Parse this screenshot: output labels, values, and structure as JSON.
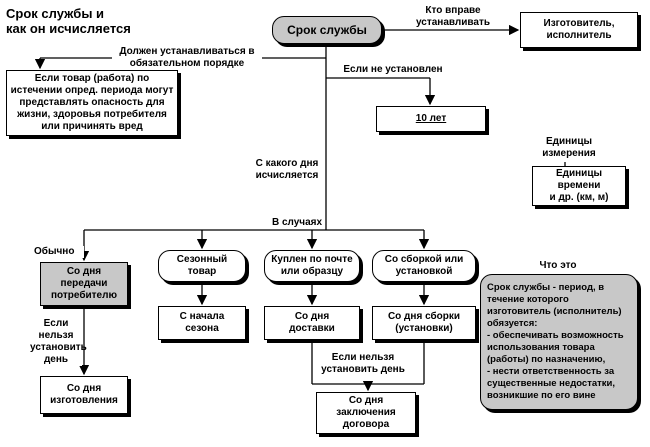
{
  "title": "Срок службы и\nкак он исчисляется",
  "nodes": {
    "center": "Срок службы",
    "manufacturer": "Изготовитель,\nисполнитель",
    "danger": "Если товар (работа) по\nистечении опред. периода могут\nпредставлять опасность для\nжизни, здоровья потребителя\nили причинять вред",
    "ten_years": "10 лет",
    "units_time": "Единицы\nвремени\nи др. (км, м)",
    "transfer": "Со дня\nпередачи\nпотребителю",
    "seasonal": "Сезонный\nтовар",
    "by_mail": "Куплен по почте\nили образцу",
    "assembly": "Со сборкой или\nустановкой",
    "season_start": "С начала\nсезона",
    "delivery_day": "Со дня\nдоставки",
    "assembly_day": "Со дня  сборки\n(установки)",
    "manufacture_day": "Со дня\nизготовления",
    "contract_day": "Со дня\nзаключения\nдоговора",
    "definition": "Срок службы - период, в\nтечение которого\nизготовитель (исполнитель)\nобязуется:\n- обеспечивать возможность\nиспользования товара\n(работы) по назначению,\n- нести ответственность за\nсущественные недостатки,\nвозникшие по его вине"
  },
  "labels": {
    "who_sets": "Кто вправе\nустанавливать",
    "must_set": "Должен устанавливаться в\nобязательном порядке",
    "not_set": "Если не установлен",
    "from_day": "С какого дня\nисчисляется",
    "in_cases": "В случаях",
    "usually": "Обычно",
    "cannot_set": "Если\nнельзя\nустановить\nдень",
    "cannot_set_day": "Если нельзя\nустановить день",
    "units": "Единицы\nизмерения",
    "what_is": "Что это"
  }
}
